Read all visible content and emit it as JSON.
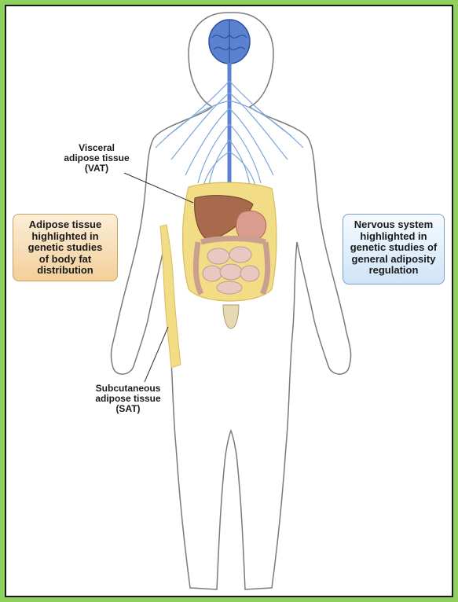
{
  "labels": {
    "vat": "Visceral\nadipose tissue\n(VAT)",
    "sat": "Subcutaneous\nadipose tissue\n(SAT)"
  },
  "callouts": {
    "adipose": "Adipose tissue\nhighlighted in\ngenetic studies\nof body fat\ndistribution",
    "nervous": "Nervous system\nhighlighted in\ngenetic studies of\ngeneral adiposity\nregulation"
  },
  "colors": {
    "frame": "#8fd15e",
    "brain": "#5a82d0",
    "nerves": "#7fa7da",
    "fat": "#f2dc86",
    "liver": "#a86a4c",
    "intestine": "#e9c8c2"
  }
}
